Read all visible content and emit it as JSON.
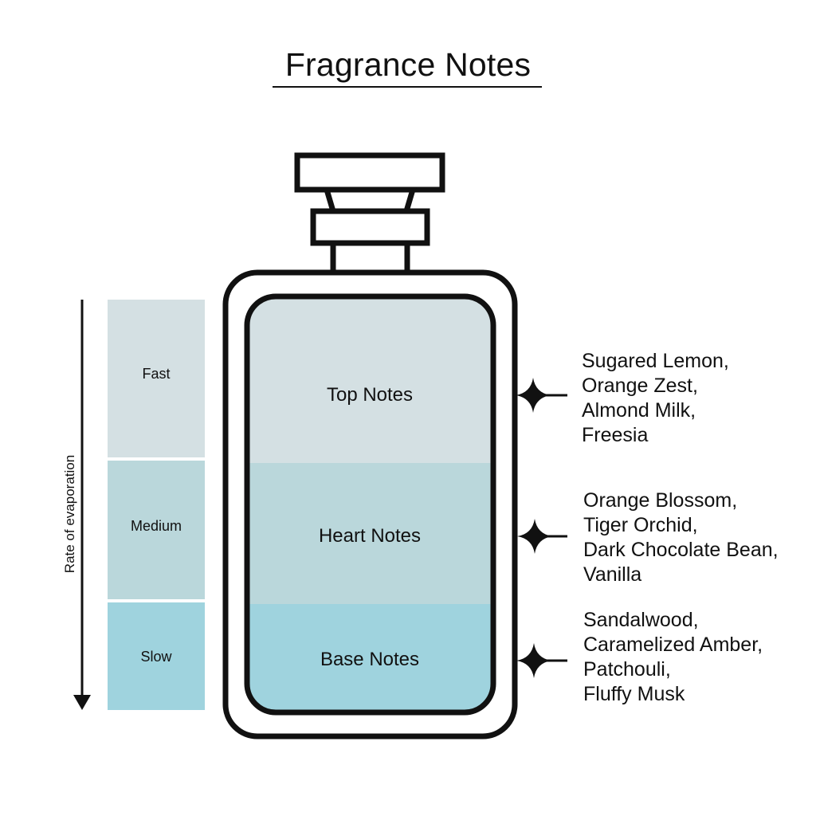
{
  "title": "Fragrance Notes",
  "evaporation": {
    "axis_label": "Rate of evaporation",
    "levels": [
      "Fast",
      "Medium",
      "Slow"
    ]
  },
  "layers": [
    {
      "label": "Top Notes",
      "color": "#D4E0E3"
    },
    {
      "label": "Heart Notes",
      "color": "#BAD7DB"
    },
    {
      "label": "Base Notes",
      "color": "#9FD3DE"
    }
  ],
  "notes": {
    "top": [
      "Sugared Lemon,",
      "Orange Zest,",
      "Almond Milk,",
      "Freesia"
    ],
    "heart": [
      "Orange Blossom,",
      "Tiger Orchid,",
      "Dark Chocolate Bean,",
      "Vanilla"
    ],
    "base": [
      "Sandalwood,",
      "Caramelized Amber,",
      "Patchouli,",
      "Fluffy Musk"
    ]
  },
  "colors": {
    "outline": "#111111",
    "background": "#FFFFFF"
  },
  "icons": [
    "four-point-star-icon",
    "down-arrow-icon",
    "perfume-bottle-icon"
  ]
}
